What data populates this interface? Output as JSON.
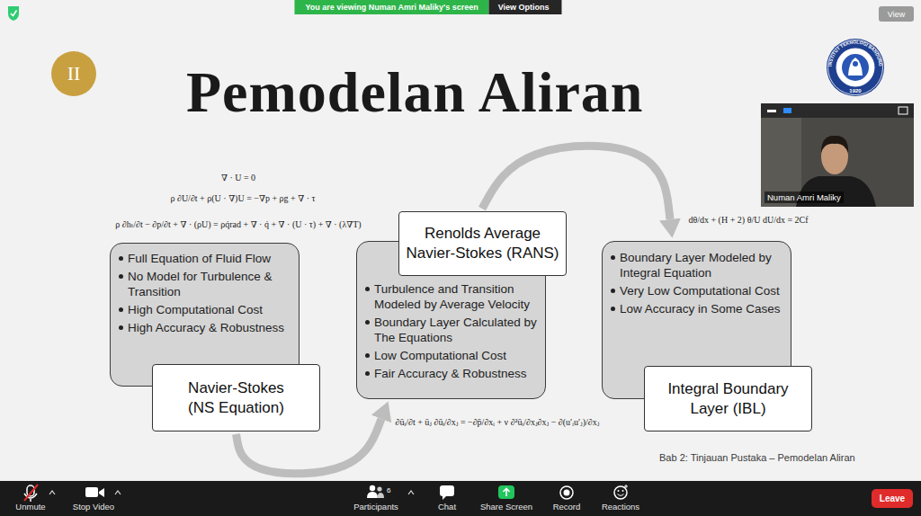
{
  "diagram": {
    "title": "Pemodelan Aliran",
    "caption": "Bab 2: Tinjauan Pustaka – Pemodelan Aliran",
    "nodes": [
      {
        "text": [
          "You are viewing Numan Amri Maliky's screen",
          "View Options"
        ]
      },
      {
        "text": [
          "View"
        ]
      },
      {
        "text": [
          "II"
        ]
      },
      {
        "text": [
          "Full Equation of Fluid Flow",
          "No Model for Turbulence & Transition",
          "High Computational Cost",
          "High Accuracy & Robustness"
        ]
      },
      {
        "text": [
          "Navier-Stokes (NS Equation)"
        ],
        "in": 3
      },
      {
        "text": [
          "Turbulence and Transition Modeled by Average Velocity",
          "Boundary Layer Calculated by The Equations",
          "Low Computational Cost",
          "Fair Accuracy & Robustness"
        ]
      },
      {
        "text": [
          "Renolds Average Navier-Stokes (RANS)"
        ],
        "in": 5
      },
      {
        "text": [
          "Boundary Layer Modeled by Integral Equation",
          "Very Low Computational Cost",
          "Low Accuracy in Some Cases"
        ]
      },
      {
        "text": [
          "Integral Boundary Layer (IBL)"
        ],
        "in": 7
      },
      {
        "text": [
          "Leave"
        ]
      }
    ],
    "edges": [
      {
        "from": 4,
        "to": 5,
        "arrow": "to"
      },
      {
        "from": 6,
        "to": 7,
        "arrow": "to"
      }
    ],
    "labels": [
      "∇ · U = 0",
      "ρ ∂U/∂t + ρ(U · ∇)U = −∇p + ρg + ∇ · τ",
      "ρ ∂hₜ/∂t − ∂p/∂t + ∇ · (ρU) = ρq̇rad + ∇ · q̇ + ∇ · (U · τ) + ∇ · (λ∇T)",
      "∂ūᵢ/∂t + ūⱼ ∂ūᵢ/∂xⱼ = −∂p̄/∂xᵢ + ν ∂²ūᵢ/∂xⱼ∂xⱼ − ∂(u′ᵢu′ⱼ)/∂xⱼ",
      "dθ/dx + (H + 2) θ/U dU/dx = 2Cf",
      "Numan Amri Maliky",
      "Unmute",
      "Stop Video",
      "Participants",
      "6",
      "Chat",
      "Share Screen",
      "Record",
      "Reactions",
      "INSTITUT TEKNOLOGI BANDUNG",
      "1920"
    ]
  }
}
